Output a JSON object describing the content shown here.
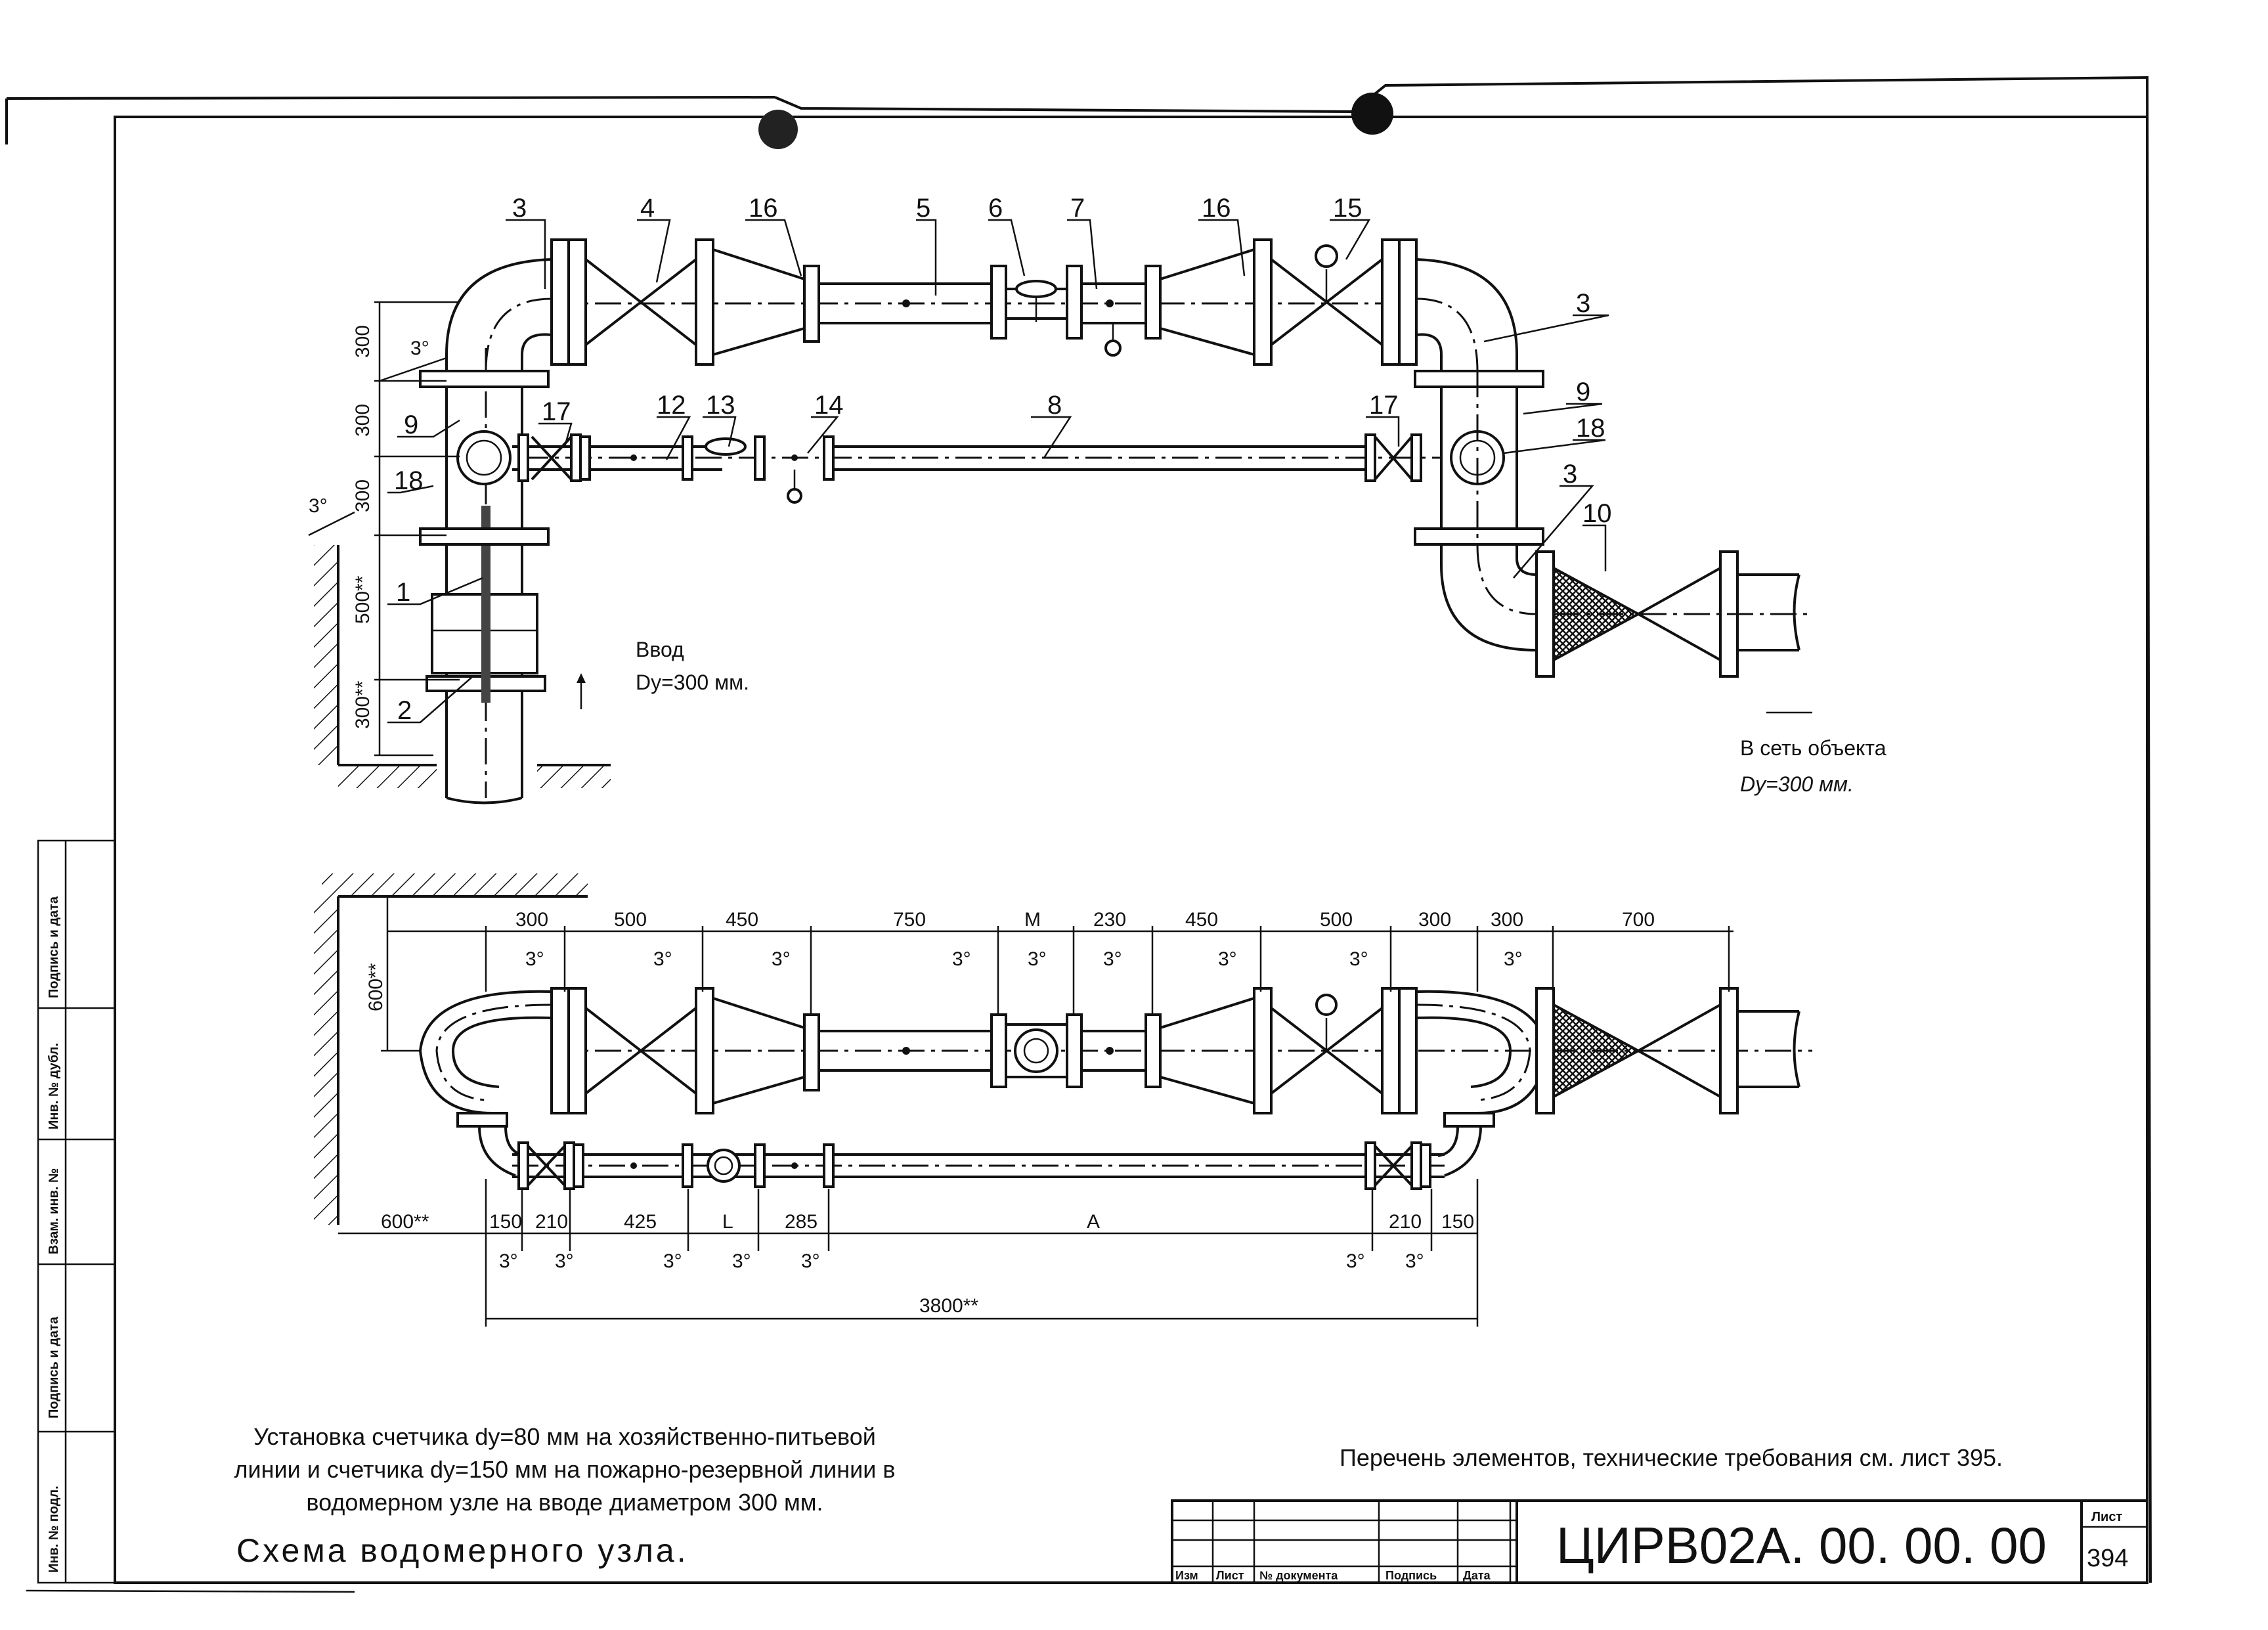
{
  "callouts": {
    "c3a": "3",
    "c4": "4",
    "c16a": "16",
    "c5": "5",
    "c6": "6",
    "c7": "7",
    "c16b": "16",
    "c15": "15",
    "c3b": "3",
    "c9a": "9",
    "c17a": "17",
    "c12": "12",
    "c13": "13",
    "c14": "14",
    "c8": "8",
    "c17b": "17",
    "c9b": "9",
    "c18a": "18",
    "c18b": "18",
    "c3c": "3",
    "c10": "10",
    "c1": "1",
    "c2": "2"
  },
  "top_dims": {
    "v1": "300",
    "v2": "300",
    "v3": "300",
    "v4": "500**",
    "v5": "300**",
    "slope1": "3°",
    "slope2": "3°"
  },
  "inlet_label": "Ввод",
  "inlet_diameter": "Dy=300 мм.",
  "outlet_label": "В сеть объекта",
  "outlet_diameter": "Dy=300 мм.",
  "plan_top_dims": [
    "300",
    "500",
    "450",
    "750",
    "M",
    "230",
    "450",
    "500",
    "300",
    "300",
    "700"
  ],
  "plan_top_slopes": [
    "3°",
    "3°",
    "3°",
    "3°",
    "3°",
    "3°",
    "3°",
    "3°",
    "3°"
  ],
  "plan_wall_dim": "600**",
  "plan_bottom_dims": [
    "600**",
    "150",
    "210",
    "425",
    "L",
    "285",
    "A",
    "210",
    "150"
  ],
  "plan_bottom_slopes": [
    "3°",
    "3°",
    "3°",
    "3°",
    "3°",
    "3°",
    "3°"
  ],
  "plan_total": "3800**",
  "side_stamp": [
    "Подпись и дата",
    "Инв. № дубл.",
    "Взам. инв. №",
    "Подпись и дата",
    "Инв. № подл."
  ],
  "caption_lines": [
    "Установка счетчика dy=80 мм на хозяйственно-питьевой",
    "линии и счетчика dy=150 мм на пожарно-резервной линии в",
    "водомерном узле на вводе диаметром 300 мм."
  ],
  "drawing_title": "Схема водомерного узла.",
  "note": "Перечень элементов, технические требования см. лист 395.",
  "stamp_headers": [
    "Изм",
    "Лист",
    "№ документа",
    "Подпись",
    "Дата"
  ],
  "doc_code": "ЦИРВ02А. 00. 00. 00",
  "sheet_label": "Лист",
  "sheet_number": "394"
}
